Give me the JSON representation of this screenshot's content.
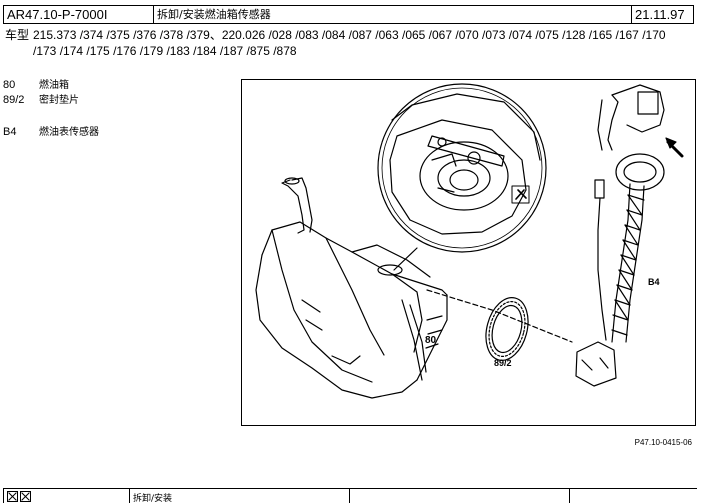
{
  "header": {
    "doc_id": "AR47.10-P-7000I",
    "title": "拆卸/安装燃油箱传感器",
    "date": "21.11.97"
  },
  "models": {
    "label": "车型",
    "line1": "215.373 /374 /375 /376 /378 /379、220.026 /028 /083 /084 /087 /063 /065 /067 /070 /073 /074 /075 /128 /165 /167 /170",
    "line2": "/173 /174 /175 /176 /179 /183 /184 /187 /875 /878"
  },
  "legend": [
    {
      "code": "80",
      "text": "燃油箱"
    },
    {
      "code": "89/2",
      "text": "密封垫片"
    },
    {
      "code": "B4",
      "text": "燃油表传感器"
    }
  ],
  "figure": {
    "callouts": {
      "tank": "80",
      "seal": "89/2",
      "sensor": "B4"
    },
    "code": "P47.10-0415-06",
    "detail_icon": "wrench-tool-icon",
    "arrow_icon": "arrow-up-left-icon"
  },
  "footer": {
    "label": "拆卸/安装",
    "icon1": "close-box-icon",
    "icon2": "close-box-icon"
  }
}
